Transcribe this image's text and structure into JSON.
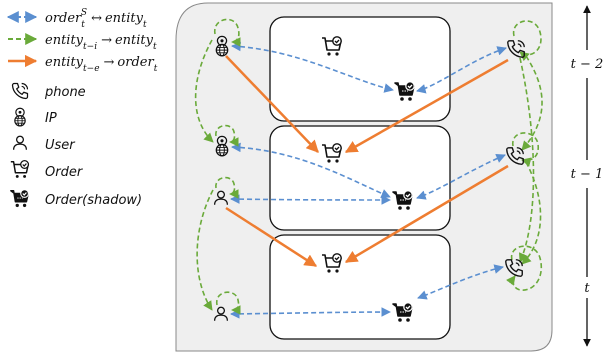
{
  "colors": {
    "order_shadow_link": "#5b8fd0",
    "entity_time_link": "#6aaa3a",
    "entity_order_link": "#ee7d31",
    "panel_bg": "#efefef",
    "panel_border": "#888888",
    "icon": "#111111"
  },
  "legend": {
    "items": [
      {
        "edge": "order_shadow",
        "base": "order",
        "sup": "S",
        "sub": "t",
        "arrow": "↔",
        "base2": "entity",
        "sub2": "t"
      },
      {
        "edge": "entity_time",
        "base": "entity",
        "sub": "t−i",
        "arrow": "→",
        "base2": "entity",
        "sub2": "t"
      },
      {
        "edge": "entity_order",
        "base": "entity",
        "sub": "t−e",
        "arrow": "→",
        "base2": "order",
        "sub2": "t"
      }
    ],
    "nodes": [
      {
        "icon": "phone-icon",
        "label": "phone"
      },
      {
        "icon": "ip-globe-icon",
        "label": "IP"
      },
      {
        "icon": "user-icon",
        "label": "User"
      },
      {
        "icon": "order-cart-icon",
        "label": "Order"
      },
      {
        "icon": "order-shadow-cart-icon",
        "label": "Order(shadow)"
      }
    ]
  },
  "timeline": {
    "labels": [
      "t − 2",
      "t − 1",
      "t"
    ]
  }
}
